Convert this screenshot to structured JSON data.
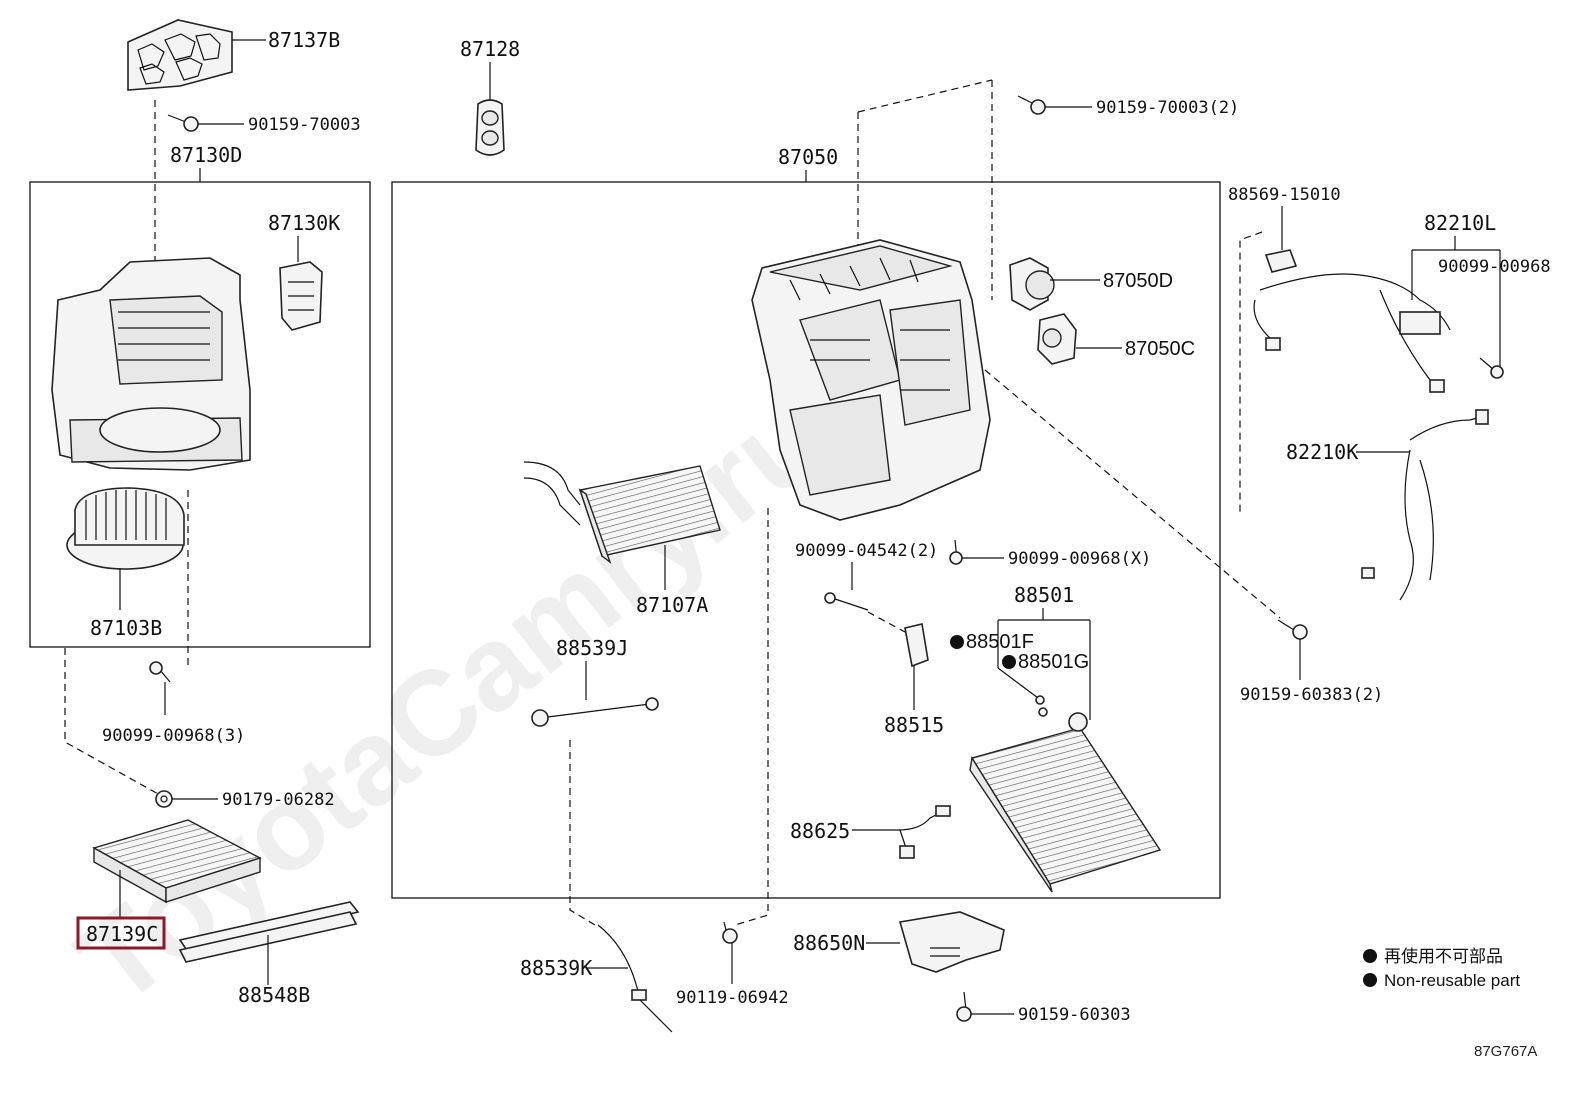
{
  "watermark": "ToyotaCamry.ru",
  "parts": {
    "p87137B": "87137B",
    "p90159_70003": "90159-70003",
    "p87130D": "87130D",
    "p87130K": "87130K",
    "p87103B": "87103B",
    "p90099_00968_3": "90099-00968(3)",
    "p90179_06282": "90179-06282",
    "p87139C": "87139C",
    "p88548B": "88548B",
    "p87128": "87128",
    "p87050": "87050",
    "p90159_70003_2": "90159-70003(2)",
    "p87050D": "87050D",
    "p87050C": "87050C",
    "p87107A": "87107A",
    "p88539J": "88539J",
    "p90099_04542_2": "90099-04542(2)",
    "p90099_00968_X": "90099-00968(X)",
    "p88501": "88501",
    "p88501F": "88501F",
    "p88501G": "88501G",
    "p88515": "88515",
    "p88625": "88625",
    "p88539K": "88539K",
    "p90119_06942": "90119-06942",
    "p88650N": "88650N",
    "p90159_60303": "90159-60303",
    "p88569_15010": "88569-15010",
    "p82210L": "82210L",
    "p90099_00968": "90099-00968",
    "p82210K": "82210K",
    "p90159_60383_2": "90159-60383(2)"
  },
  "legend": {
    "line1": "再使用不可部品",
    "line2": "Non-reusable part"
  },
  "diagram_code": "87G767A",
  "highlight_color": "#8b1a2e"
}
